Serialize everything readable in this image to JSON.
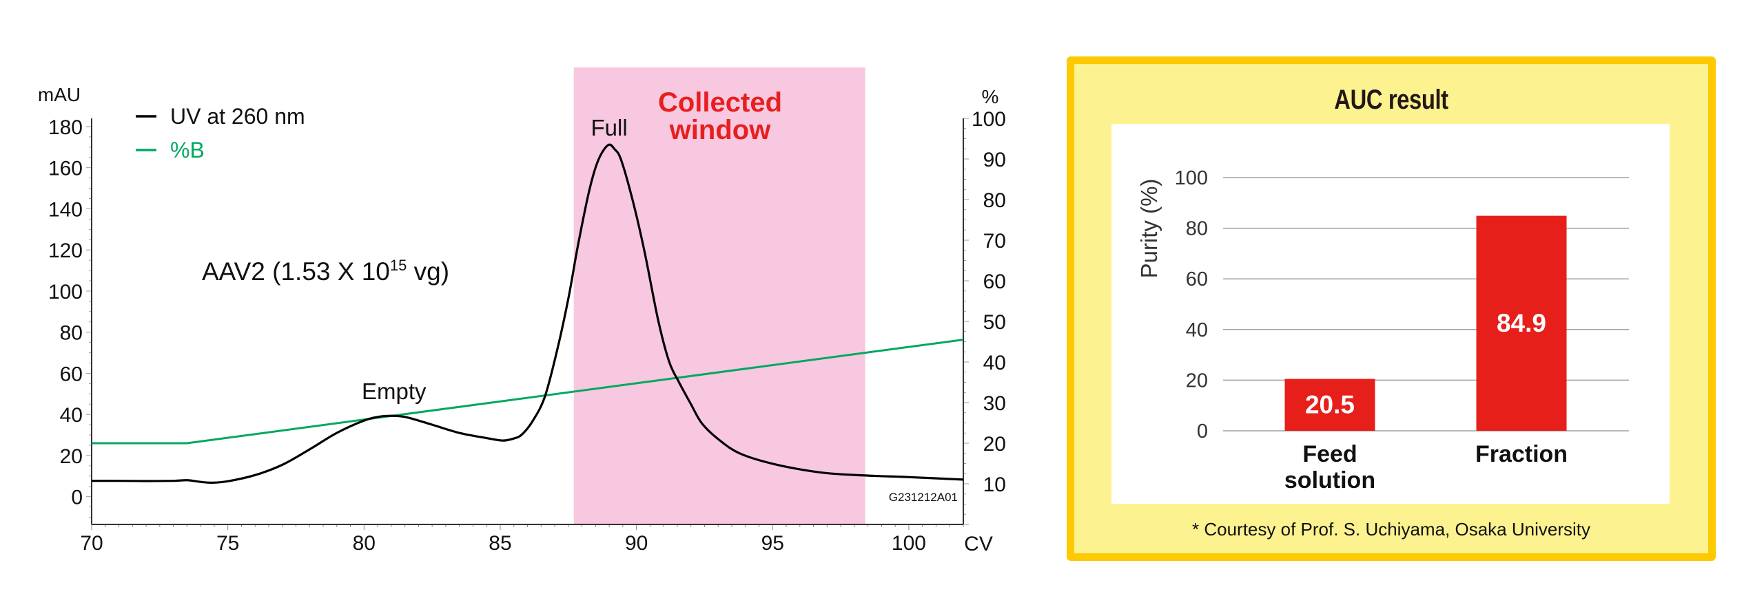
{
  "chart_data": [
    {
      "type": "line",
      "title": "",
      "annotation_sample": "AAV2 (1.53 X 10",
      "annotation_exponent": "15",
      "annotation_suffix": " vg)",
      "xlabel": "CV",
      "ylabel_left": "mAU",
      "ylabel_right": "%",
      "xlim": [
        70,
        102
      ],
      "ylim_left": [
        -13.5,
        184
      ],
      "ylim_right": [
        0,
        100
      ],
      "x_ticks": [
        70,
        75,
        80,
        85,
        90,
        95,
        100
      ],
      "x_tick_labels": [
        "70",
        "75",
        "80",
        "85",
        "90",
        "95",
        "100"
      ],
      "y_left_ticks": [
        0,
        20,
        40,
        60,
        80,
        100,
        120,
        140,
        160,
        180
      ],
      "y_left_tick_labels": [
        "0",
        "20",
        "40",
        "60",
        "80",
        "100",
        "120",
        "140",
        "160",
        "180"
      ],
      "y_right_ticks": [
        10,
        20,
        30,
        40,
        50,
        60,
        70,
        80,
        90,
        100
      ],
      "y_right_tick_labels": [
        "10",
        "20",
        "30",
        "40",
        "50",
        "60",
        "70",
        "80",
        "90",
        "100"
      ],
      "grid": false,
      "legend": {
        "placement": "top-left",
        "entries": [
          {
            "label": "UV at 260 nm",
            "color": "#000000"
          },
          {
            "label": "%B",
            "color": "#00a860"
          }
        ]
      },
      "shaded_region": {
        "label_line1": "Collected",
        "label_line2": "window",
        "x_start": 87.7,
        "x_end": 98.4,
        "color": "#f7c8df",
        "label_color": "#e61f1f"
      },
      "peak_labels": [
        {
          "text": "Empty",
          "x": 81.1,
          "y": 39
        },
        {
          "text": "Full",
          "x": 89.0,
          "y": 171
        }
      ],
      "figure_code": "G231212A01",
      "series": [
        {
          "name": "UV at 260 nm",
          "axis": "left",
          "color": "#000000",
          "x": [
            70,
            71,
            72,
            73,
            73.5,
            74,
            74.4,
            75,
            76,
            77,
            78,
            79,
            80,
            80.6,
            81.1,
            81.6,
            82.5,
            83.5,
            84.5,
            85.1,
            85.5,
            85.8,
            86.2,
            86.64,
            87.09,
            87.51,
            87.85,
            88.27,
            88.6,
            88.96,
            89.2,
            89.44,
            89.87,
            90.3,
            90.8,
            91.2,
            91.56,
            92.0,
            92.4,
            93.0,
            93.8,
            95.1,
            96.8,
            98.4,
            100,
            102
          ],
          "y": [
            7.7,
            7.7,
            7.6,
            7.7,
            8.0,
            7.2,
            6.8,
            7.5,
            10.5,
            15.5,
            23,
            31,
            37,
            39,
            39.3,
            38.5,
            35,
            31,
            28.5,
            27.3,
            28.3,
            30.3,
            37,
            48.7,
            71.3,
            97,
            122,
            149,
            163.7,
            171,
            169,
            163.7,
            143.7,
            119,
            85.7,
            65.7,
            55.7,
            45,
            35.7,
            28,
            21,
            15.7,
            11.7,
            10.3,
            9.5,
            8.3
          ]
        },
        {
          "name": "%B",
          "axis": "right",
          "color": "#00a860",
          "x": [
            70,
            73.5,
            102
          ],
          "y": [
            20,
            20,
            45.5
          ]
        }
      ]
    },
    {
      "type": "bar",
      "title": "AUC result",
      "categories": [
        "Feed solution",
        "Fraction"
      ],
      "category_lines": [
        [
          "Feed",
          "solution"
        ],
        [
          "Fraction"
        ]
      ],
      "values": [
        20.5,
        84.9
      ],
      "data_labels": [
        "20.5",
        "84.9"
      ],
      "xlabel": "",
      "ylabel": "Purity (%)",
      "ylim": [
        0,
        100
      ],
      "y_ticks": [
        0,
        20,
        40,
        60,
        80,
        100
      ],
      "y_tick_labels": [
        "0",
        "20",
        "40",
        "60",
        "80",
        "100"
      ],
      "grid": true,
      "bar_color": "#e61f1a",
      "footnote": "* Courtesy of Prof. S. Uchiyama, Osaka University"
    }
  ],
  "colors": {
    "box_border": "#fdc900",
    "box_fill": "#fdf290",
    "axis": "#333333",
    "gridline": "#a0a0a0"
  }
}
